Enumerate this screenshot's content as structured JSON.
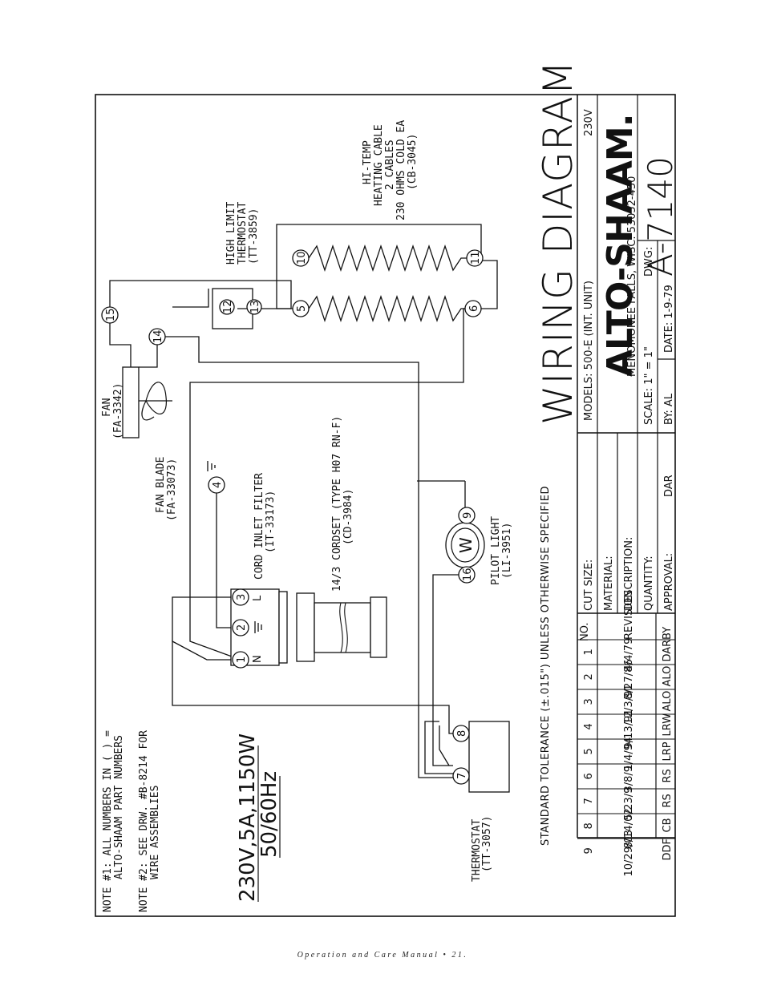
{
  "notes": {
    "note1_line1": "NOTE #1: ALL NUMBERS IN ( ) =",
    "note1_line2": "ALTO-SHAAM PART NUMBERS",
    "note2_line1": "NOTE #2: SEE DRW. #B-8214 FOR",
    "note2_line2": "WIRE ASSEMBLIES"
  },
  "rating": {
    "line1": "230V,5A,1150W",
    "line2": "50/60Hz"
  },
  "tolerance": "STANDARD TOLERANCE (±.015\") UNLESS OTHERWISE SPECIFIED",
  "components": {
    "thermostat": {
      "name": "THERMOSTAT",
      "part": "(TT-3057)"
    },
    "cord_filter": {
      "name": "CORD INLET FILTER",
      "part": "(IT-33173)"
    },
    "cordset": {
      "name": "14/3 CORDSET (TYPE H07 RN-F)",
      "part": "(CD-3984)"
    },
    "pilot_light": {
      "name": "PILOT LIGHT",
      "part": "(LI-3951)",
      "symbol": "W"
    },
    "fan_blade": {
      "name": "FAN BLADE",
      "part": "(FA-33073)"
    },
    "fan": {
      "name": "FAN",
      "part": "(FA-3342)"
    },
    "high_limit": {
      "name1": "HIGH LIMIT",
      "name2": "THERMOSTAT",
      "part": "(TT-3859)"
    },
    "heating_cable": {
      "line1": "HI-TEMP",
      "line2": "HEATING CABLE",
      "line3": "2 CABLES",
      "line4": "230 OHMS COLD EA",
      "line5": "(CB-3045)"
    }
  },
  "terminals": {
    "t1": "1",
    "t2": "2",
    "t3": "3",
    "t4": "4",
    "t5": "5",
    "t6": "6",
    "t7": "7",
    "t8": "8",
    "t9": "9",
    "t10": "10",
    "t11": "11",
    "t12": "12",
    "t13": "13",
    "t14": "14",
    "t15": "15",
    "t16": "16",
    "n": "N",
    "l": "L"
  },
  "title_block": {
    "title": "WIRING DIAGRAM",
    "voltage": "230V",
    "models": "MODELS: 500-E (INT. UNIT)",
    "brand": "ALTO-SHAAM.",
    "address": "MENOMONEE FALLS, WISC. 53052-450",
    "scale": "SCALE:    1\" = 1\"",
    "by": "BY: AL",
    "date": "DATE: 1-9-79",
    "dwg_label": "DWG:",
    "dwg_number": "A-7140",
    "cut_size": "CUT SIZE:",
    "material": "MATERIAL:",
    "description": "DESCRIPTION:",
    "quantity": "QUANTITY:",
    "approval": "APPROVAL:",
    "approval_by": "DAR"
  },
  "revisions": {
    "headers": [
      "NO.",
      "REVISION",
      "BY"
    ],
    "rows": [
      [
        "1",
        "4/4/79",
        "DAR"
      ],
      [
        "2",
        "8/27/86",
        "ALO"
      ],
      [
        "3",
        "12/3/91",
        "ALO"
      ],
      [
        "4",
        "9/13/91",
        "LRW"
      ],
      [
        "5",
        "1/4/94",
        "LRP"
      ],
      [
        "6",
        "3/8/9",
        "RS"
      ],
      [
        "7",
        "5/23/9",
        "RS"
      ],
      [
        "8",
        "8/14/02",
        "CB"
      ],
      [
        "9",
        "10/29/03",
        "DDF"
      ]
    ]
  },
  "footer": "Operation and Care Manual • 21."
}
